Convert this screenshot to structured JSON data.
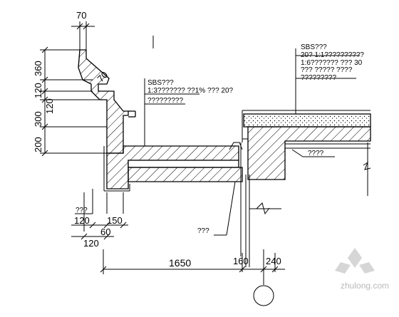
{
  "dimensions": {
    "top_70": "70",
    "vertical": [
      "360",
      "120",
      "120",
      "300",
      "200"
    ],
    "angle_mark": "70",
    "bottom_120a": "120",
    "bottom_60": "60",
    "bottom_150": "150",
    "bottom_120b": "120",
    "overall_1650": "1650",
    "right_160": "160",
    "right_240": "240"
  },
  "notes": {
    "sbs_left_title": "SBS???",
    "sbs_left_line1": "1:3??????? ??1% ??? 20?",
    "sbs_left_line2": "?????????",
    "sbs_right_title": "SBS???",
    "sbs_right_line1": "20? 1:1??????????",
    "sbs_right_line2": "1:6??????? ??? 30",
    "sbs_right_line3": "??? ????? ????",
    "sbs_right_line4": "?????????",
    "right_mid": "????",
    "left_small": "???",
    "bottom_small": "???"
  },
  "watermark": "zhulong.com",
  "colors": {
    "line": "#000000",
    "hatch": "#000000",
    "watermark": "#b8b8b8"
  }
}
